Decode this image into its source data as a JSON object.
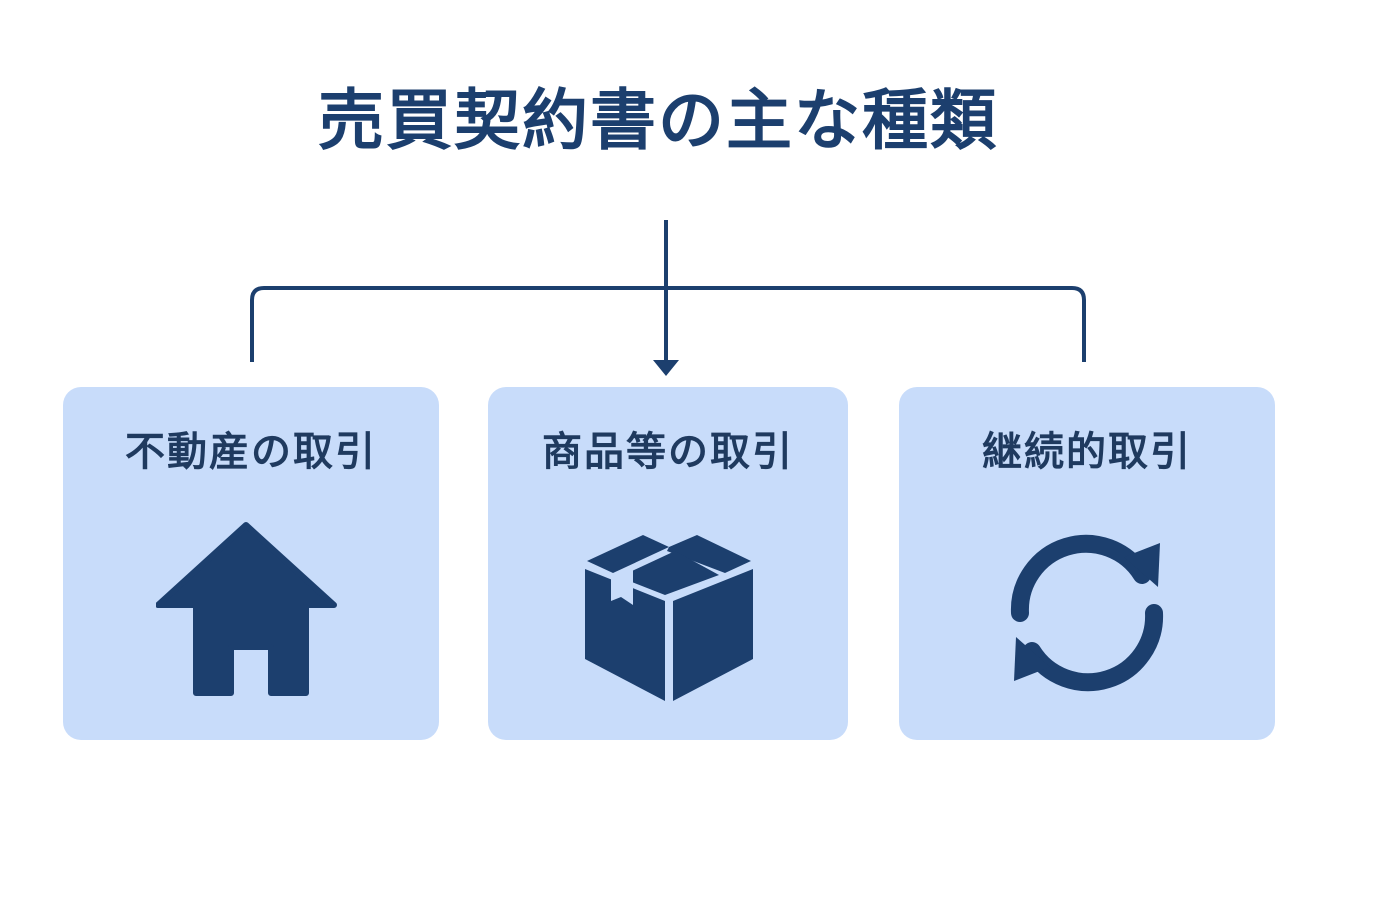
{
  "diagram": {
    "title": "売買契約書の主な種類",
    "colors": {
      "primary": "#1c3f6e",
      "card_background": "#c8dcfa",
      "text": "#1f3a5f"
    },
    "items": [
      {
        "label": "不動産の取引",
        "icon": "house-icon"
      },
      {
        "label": "商品等の取引",
        "icon": "package-box-icon"
      },
      {
        "label": "継続的取引",
        "icon": "refresh-cycle-icon"
      }
    ]
  }
}
